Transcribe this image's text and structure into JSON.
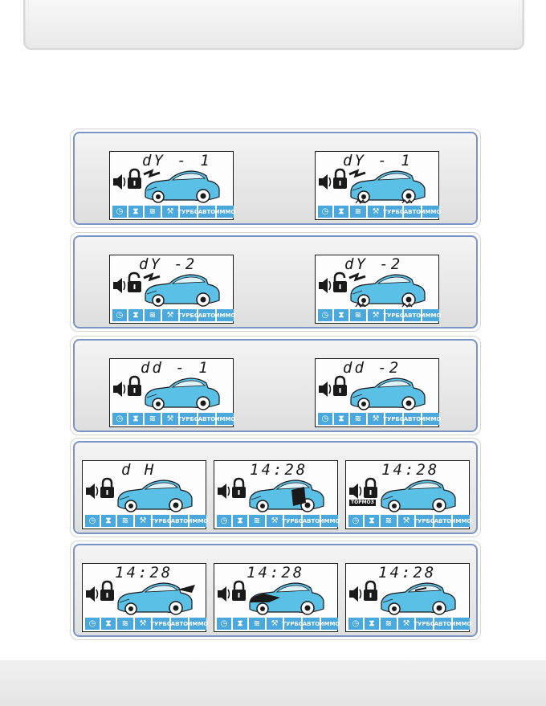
{
  "colors": {
    "accent": "#4aa8dc",
    "panel_border": "#7a93c8",
    "car_body": "#5bc0e6"
  },
  "icon_strip": {
    "items": [
      {
        "icon": "clock-icon",
        "label": ""
      },
      {
        "icon": "hourglass-icon",
        "label": ""
      },
      {
        "icon": "temperature-icon",
        "label": ""
      },
      {
        "icon": "wrench-icon",
        "label": ""
      },
      {
        "icon": "turbo-label",
        "label": "ТУРБО"
      },
      {
        "icon": "auto-label",
        "label": "АВТО"
      },
      {
        "icon": "immo-label",
        "label": "ИММО"
      }
    ]
  },
  "panels": [
    {
      "displays": [
        {
          "text": "dY - 1"
        },
        {
          "text": "dY - 1"
        }
      ]
    },
    {
      "displays": [
        {
          "text": "dY -2"
        },
        {
          "text": "dY -2"
        }
      ]
    },
    {
      "displays": [
        {
          "text": "dd - 1"
        },
        {
          "text": "dd -2"
        }
      ]
    },
    {
      "displays": [
        {
          "text": "d H"
        },
        {
          "text": "14:28"
        },
        {
          "text": "14:28",
          "badge": "TOPMO3"
        }
      ]
    },
    {
      "displays": [
        {
          "text": "14:28"
        },
        {
          "text": "14:28"
        },
        {
          "text": "14:28"
        }
      ]
    }
  ]
}
